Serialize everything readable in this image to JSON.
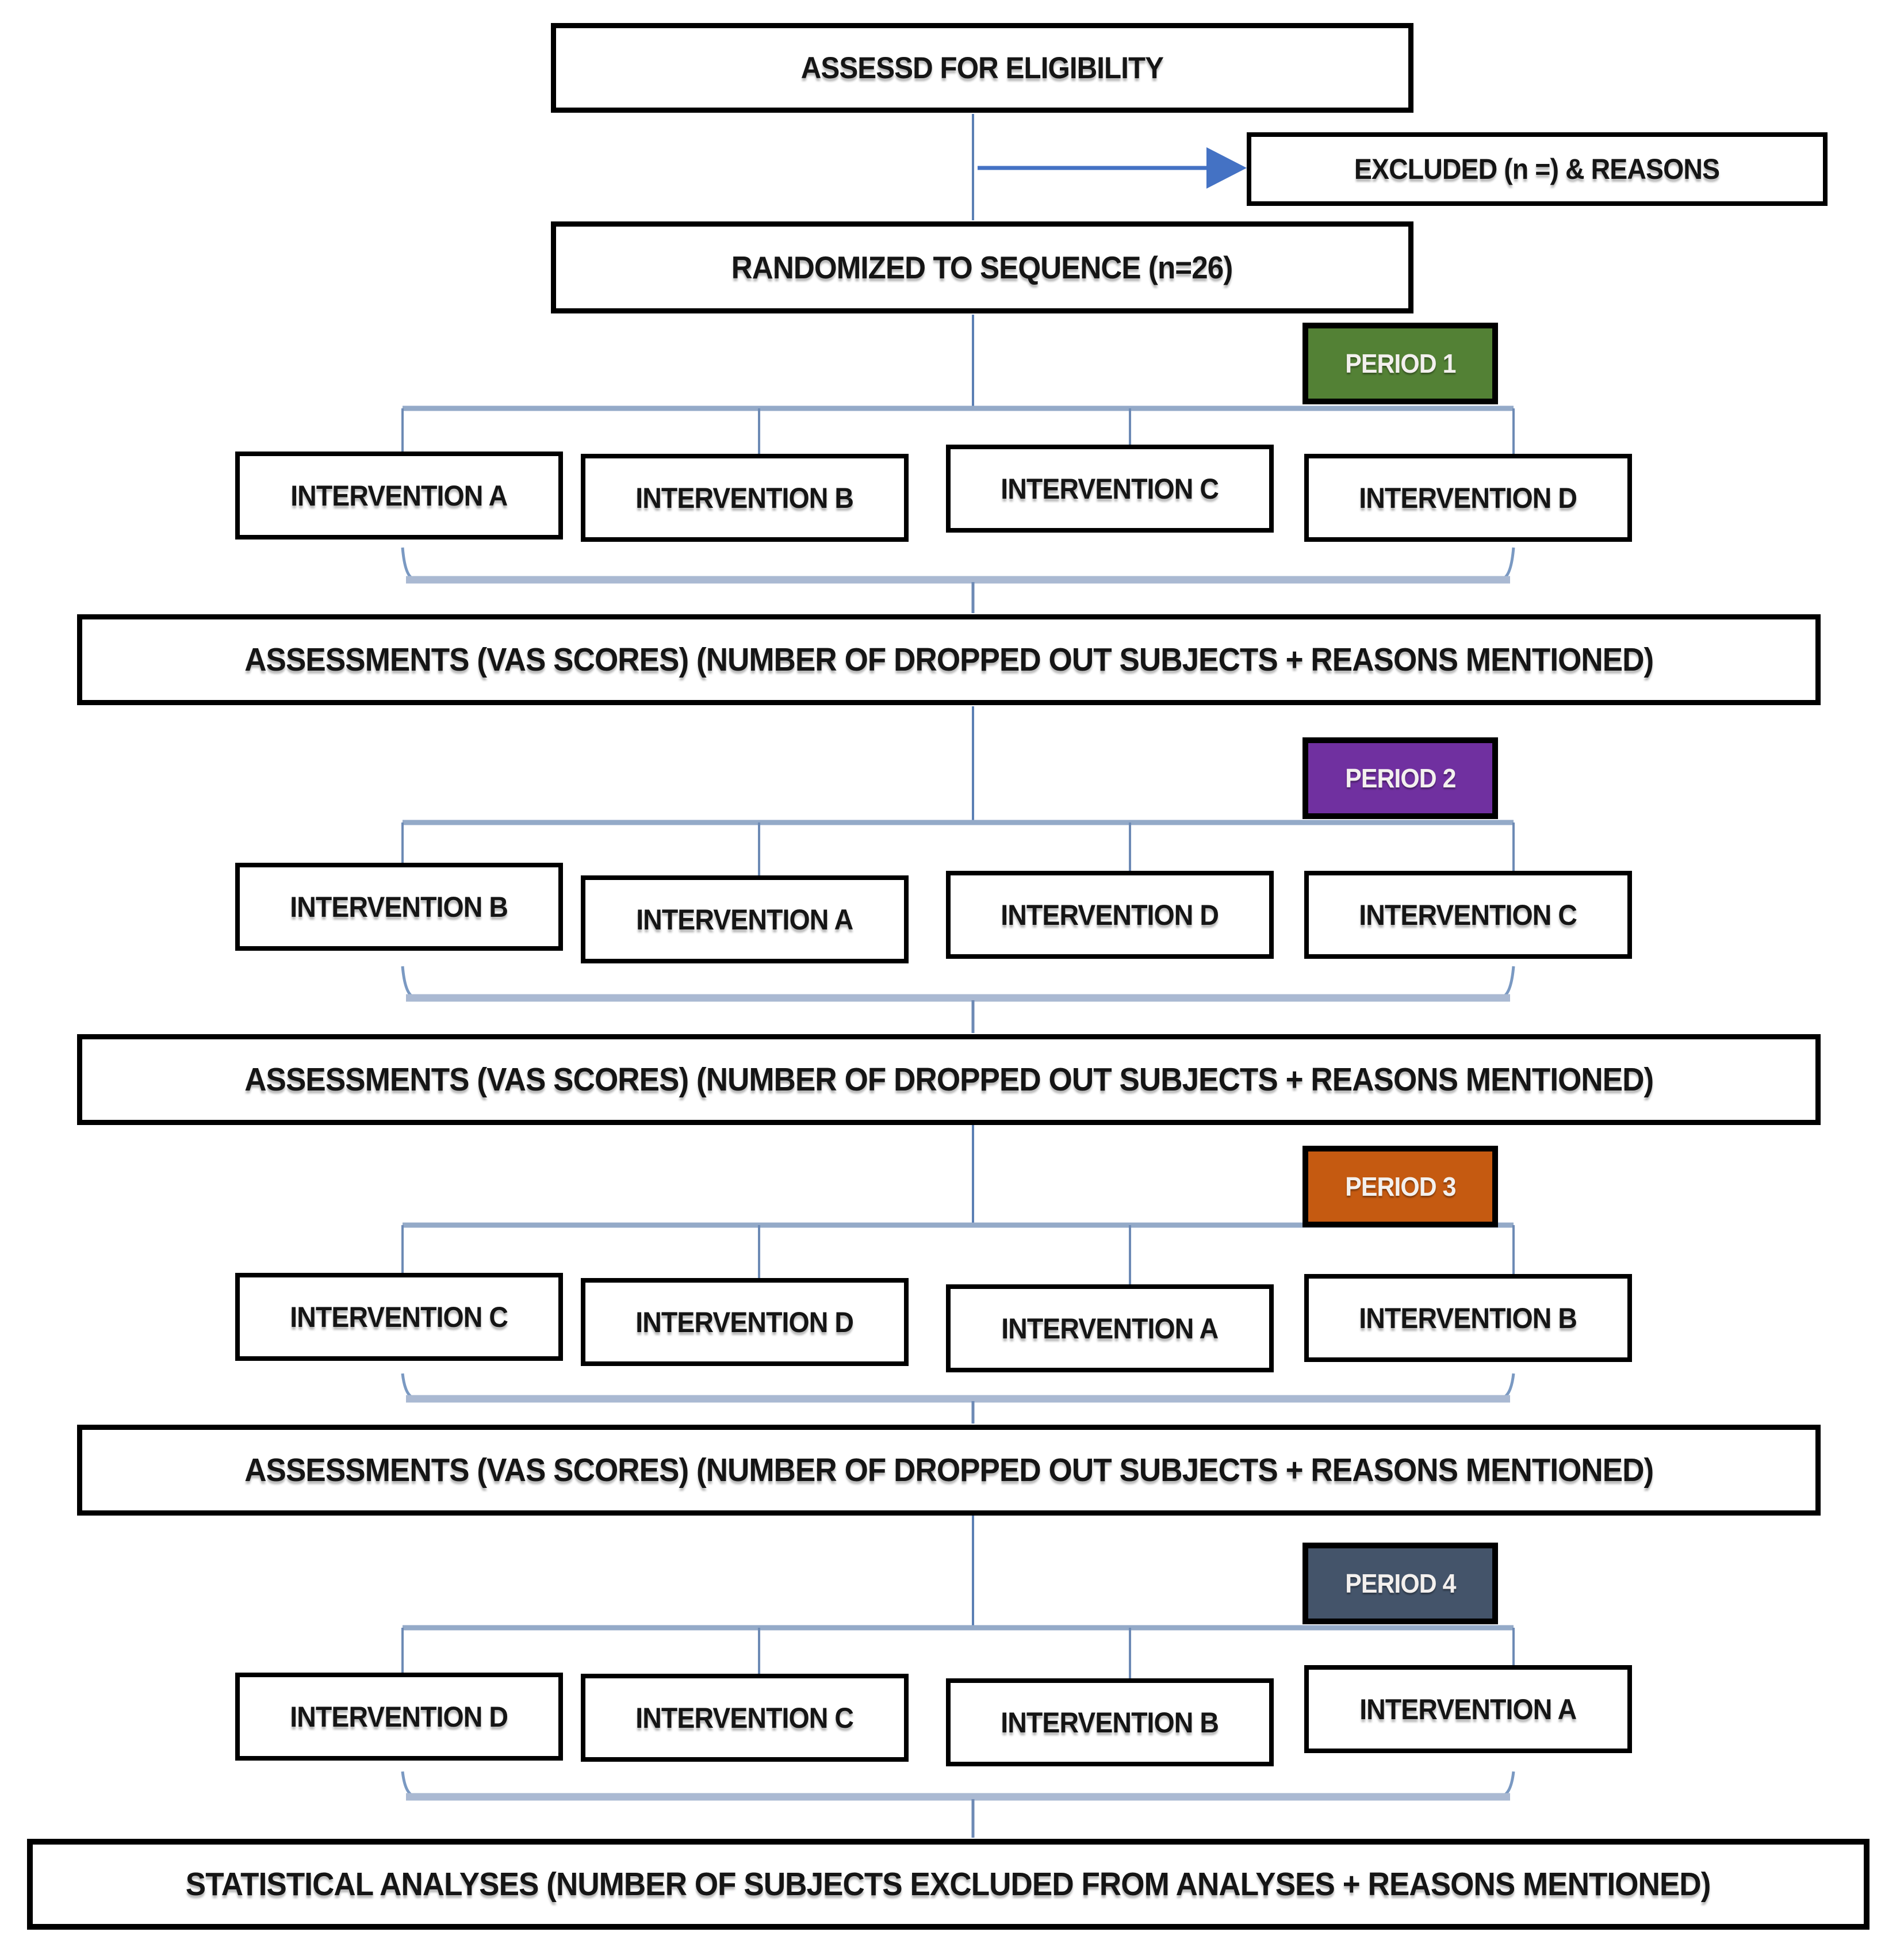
{
  "flow": {
    "eligibility_label": "ASSESSD FOR ELIGIBILITY",
    "excluded_label": "EXCLUDED (n =) & REASONS",
    "randomized_label": "RANDOMIZED TO SEQUENCE (n=26)",
    "assessments_label": "ASSESSMENTS (VAS SCORES) (NUMBER OF DROPPED OUT SUBJECTS + REASONS MENTIONED)",
    "statistical_label": "STATISTICAL ANALYSES (NUMBER OF SUBJECTS EXCLUDED FROM ANALYSES + REASONS MENTIONED)",
    "periods": [
      {
        "label": "PERIOD 1",
        "color": "#538135",
        "interventions": [
          "INTERVENTION A",
          "INTERVENTION B",
          "INTERVENTION C",
          "INTERVENTION D"
        ]
      },
      {
        "label": "PERIOD 2",
        "color": "#7030a0",
        "interventions": [
          "INTERVENTION B",
          "INTERVENTION A",
          "INTERVENTION D",
          "INTERVENTION C"
        ]
      },
      {
        "label": "PERIOD 3",
        "color": "#c55a11",
        "interventions": [
          "INTERVENTION C",
          "INTERVENTION D",
          "INTERVENTION A",
          "INTERVENTION B"
        ]
      },
      {
        "label": "PERIOD 4",
        "color": "#44546a",
        "interventions": [
          "INTERVENTION D",
          "INTERVENTION C",
          "INTERVENTION B",
          "INTERVENTION A"
        ]
      }
    ],
    "colors": {
      "box_border": "#000000",
      "arrow": "#4472c4",
      "connector_thin": "#5b7fb4",
      "distribution_line": "#94aac8",
      "brace_bar": "#aab9d2"
    }
  }
}
